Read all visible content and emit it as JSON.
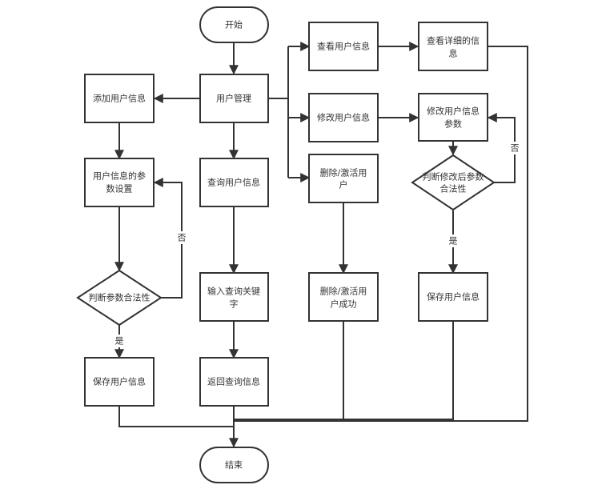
{
  "diagram": {
    "nodes": {
      "start": "开始",
      "user_mgmt": "用户管理",
      "add_user": "添加用户信息",
      "param_setting": [
        "用户信息的参",
        "数设置"
      ],
      "judge_params": "判断参数合法性",
      "save_left": "保存用户信息",
      "query_user": "查询用户信息",
      "input_keyword": [
        "输入查询关键",
        "字"
      ],
      "return_query": "返回查询信息",
      "view_user": "查看用户信息",
      "view_detail": [
        "查看详细的信",
        "息"
      ],
      "modify_user": "修改用户信息",
      "modify_params": [
        "修改用户信息",
        "参数"
      ],
      "judge_modified": [
        "判断修改后参数",
        "合法性"
      ],
      "save_right": "保存用户信息",
      "delete_activate": [
        "删除/激活用",
        "户"
      ],
      "delete_success": [
        "删除/激活用",
        "户成功"
      ],
      "end": "结束"
    },
    "edge_labels": {
      "left_no": "否",
      "left_yes": "是",
      "right_no": "否",
      "right_yes": "是"
    }
  }
}
